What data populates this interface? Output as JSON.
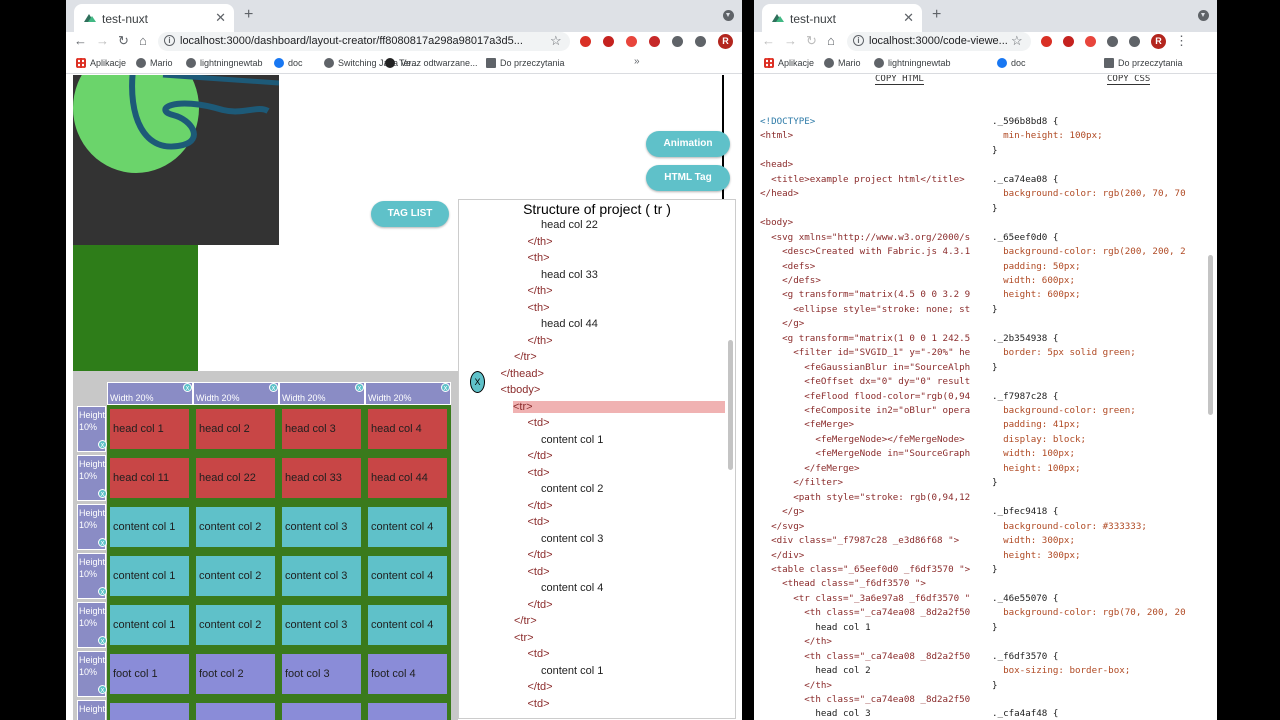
{
  "left_window": {
    "tab_title": "test-nuxt",
    "url": "localhost:3000/dashboard/layout-creator/ff8080817a298a98017a3d5...",
    "bookmarks": [
      "Aplikacje",
      "Mario",
      "lightningnewtab",
      "doc",
      "Switching Java Ve...",
      "Teraz odtwarzane...",
      "Do przeczytania"
    ],
    "profile_initial": "R",
    "buttons": {
      "animation": "Animation",
      "html_tag": "HTML Tag",
      "tag_list": "TAG LIST"
    },
    "columns": [
      "Width 20%",
      "Width 20%",
      "Width 20%",
      "Width 20%"
    ],
    "row_labels": [
      "Height 10%",
      "Height 10%",
      "Height 10%",
      "Height 10%",
      "Height 10%",
      "Height 10%",
      "Height"
    ],
    "close_glyph": "x",
    "rows": [
      {
        "kind": "head",
        "cells": [
          "head col 1",
          "head col 2",
          "head col 3",
          "head col 4"
        ]
      },
      {
        "kind": "head",
        "cells": [
          "head col 11",
          "head col 22",
          "head col 33",
          "head col 44"
        ]
      },
      {
        "kind": "body",
        "cells": [
          "content col 1",
          "content col 2",
          "content col 3",
          "content col 4"
        ]
      },
      {
        "kind": "body",
        "cells": [
          "content col 1",
          "content col 2",
          "content col 3",
          "content col 4"
        ]
      },
      {
        "kind": "body",
        "cells": [
          "content col 1",
          "content col 2",
          "content col 3",
          "content col 4"
        ]
      },
      {
        "kind": "foot",
        "cells": [
          "foot col 1",
          "foot col 2",
          "foot col 3",
          "foot col 4"
        ]
      }
    ],
    "structure_panel": {
      "title": "Structure of project ( tr )",
      "close": "X",
      "lines": [
        {
          "indent": 4,
          "text": "head col 22"
        },
        {
          "indent": 3,
          "text": "</th>"
        },
        {
          "indent": 3,
          "text": "<th>"
        },
        {
          "indent": 4,
          "text": "head col 33"
        },
        {
          "indent": 3,
          "text": "</th>"
        },
        {
          "indent": 3,
          "text": "<th>"
        },
        {
          "indent": 4,
          "text": "head col 44"
        },
        {
          "indent": 3,
          "text": "</th>"
        },
        {
          "indent": 2,
          "text": "</tr>"
        },
        {
          "indent": 1,
          "text": "</thead>"
        },
        {
          "indent": 1,
          "text": "<tbody>"
        },
        {
          "indent": 2,
          "text": "<tr>",
          "highlight": true
        },
        {
          "indent": 3,
          "text": "<td>"
        },
        {
          "indent": 4,
          "text": "content col 1"
        },
        {
          "indent": 3,
          "text": "</td>"
        },
        {
          "indent": 3,
          "text": "<td>"
        },
        {
          "indent": 4,
          "text": "content col 2"
        },
        {
          "indent": 3,
          "text": "</td>"
        },
        {
          "indent": 3,
          "text": "<td>"
        },
        {
          "indent": 4,
          "text": "content col 3"
        },
        {
          "indent": 3,
          "text": "</td>"
        },
        {
          "indent": 3,
          "text": "<td>"
        },
        {
          "indent": 4,
          "text": "content col 4"
        },
        {
          "indent": 3,
          "text": "</td>"
        },
        {
          "indent": 2,
          "text": "</tr>"
        },
        {
          "indent": 2,
          "text": "<tr>"
        },
        {
          "indent": 3,
          "text": "<td>"
        },
        {
          "indent": 4,
          "text": "content col 1"
        },
        {
          "indent": 3,
          "text": "</td>"
        },
        {
          "indent": 3,
          "text": "<td>"
        }
      ]
    }
  },
  "right_window": {
    "tab_title": "test-nuxt",
    "url": "localhost:3000/code-viewe...",
    "bookmarks": [
      "Aplikacje",
      "Mario",
      "lightningnewtab",
      "doc",
      "Do przeczytania"
    ],
    "profile_initial": "R",
    "copy_html": "COPY HTML",
    "copy_css": "COPY CSS",
    "html_lines": [
      "<!DOCTYPE>",
      "<html>",
      "",
      "<head>",
      "  <title>example project html</title>",
      "</head>",
      "",
      "<body>",
      "  <svg xmlns=\"http://www.w3.org/2000/s",
      "    <desc>Created with Fabric.js 4.3.1",
      "    <defs>",
      "    </defs>",
      "    <g transform=\"matrix(4.5 0 0 3.2 9",
      "      <ellipse style=\"stroke: none; st",
      "    </g>",
      "    <g transform=\"matrix(1 0 0 1 242.5",
      "      <filter id=\"SVGID_1\" y=\"-20%\" he",
      "        <feGaussianBlur in=\"SourceAlph",
      "        <feOffset dx=\"0\" dy=\"0\" result",
      "        <feFlood flood-color=\"rgb(0,94",
      "        <feComposite in2=\"oBlur\" opera",
      "        <feMerge>",
      "          <feMergeNode></feMergeNode>",
      "          <feMergeNode in=\"SourceGraph",
      "        </feMerge>",
      "      </filter>",
      "      <path style=\"stroke: rgb(0,94,12",
      "    </g>",
      "  </svg>",
      "  <div class=\"_f7987c28 _e3d86f68 \">",
      "  </div>",
      "  <table class=\"_65eef0d0 _f6df3570 \">",
      "    <thead class=\"_f6df3570 \">",
      "      <tr class=\"_3a6e97a8 _f6df3570 \"",
      "        <th class=\"_ca74ea08 _8d2a2f50",
      "          head col 1",
      "        </th>",
      "        <th class=\"_ca74ea08 _8d2a2f50",
      "          head col 2",
      "        </th>",
      "        <th class=\"_ca74ea08 _8d2a2f50",
      "          head col 3"
    ],
    "css_lines": [
      "._596b8bd8 {",
      "  min-height: 100px;",
      "}",
      "",
      "._ca74ea08 {",
      "  background-color: rgb(200, 70, 70",
      "}",
      "",
      "._65eef0d0 {",
      "  background-color: rgb(200, 200, 2",
      "  padding: 50px;",
      "  width: 600px;",
      "  height: 600px;",
      "}",
      "",
      "._2b354938 {",
      "  border: 5px solid green;",
      "}",
      "",
      "._f7987c28 {",
      "  background-color: green;",
      "  padding: 41px;",
      "  display: block;",
      "  width: 100px;",
      "  height: 100px;",
      "}",
      "",
      "._bfec9418 {",
      "  background-color: #333333;",
      "  width: 300px;",
      "  height: 300px;",
      "}",
      "",
      "._46e55070 {",
      "  background-color: rgb(70, 200, 20",
      "}",
      "",
      "._f6df3570 {",
      "  box-sizing: border-box;",
      "}",
      "",
      "._cfa4af48 {"
    ]
  },
  "colors": {
    "head": "#c84646",
    "body": "#5fc1c9",
    "foot": "#8a8cd8",
    "header_cell": "#8a8cc5",
    "accent_pill": "#5fc1c9",
    "green": "#2e7d19",
    "dark": "#333333"
  }
}
